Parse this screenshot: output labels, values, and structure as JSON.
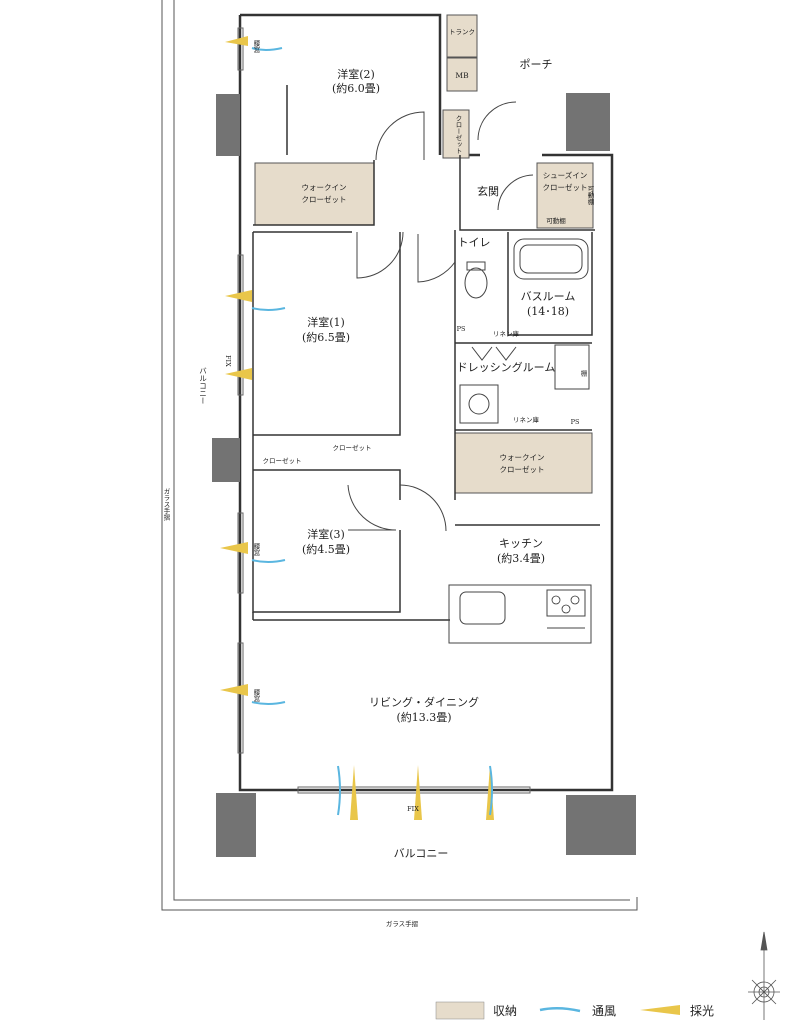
{
  "rooms": {
    "bedroom2_name": "洋室(2)",
    "bedroom2_size": "(約6.0畳)",
    "bedroom1_name": "洋室(1)",
    "bedroom1_size": "(約6.5畳)",
    "bedroom3_name": "洋室(3)",
    "bedroom3_size": "(約4.5畳)",
    "ldk_name": "リビング・ダイニング",
    "ldk_size": "(約13.3畳)",
    "kitchen_name": "キッチン",
    "kitchen_size": "(約3.4畳)",
    "bath_name": "バスルーム",
    "bath_size": "(14･18)",
    "dressing": "ドレッシングルーム",
    "toilet": "トイレ",
    "entrance": "玄関",
    "porch": "ポーチ",
    "trunk": "トランク",
    "mb": "MB"
  },
  "storage": {
    "wic_top_1": "ウォークイン",
    "wic_top_2": "クローゼット",
    "wic_mid_1": "ウォークイン",
    "wic_mid_2": "クローゼット",
    "shoes_1": "シューズイン",
    "shoes_2": "クローゼット",
    "movable_shelf": "可動棚",
    "movable_shelf_v": "可動棚",
    "closet_top": "クローゼット",
    "closet_a": "クローゼット",
    "closet_b": "クローゼット",
    "linen_1": "リネン庫",
    "linen_2": "リネン庫",
    "shelf_v": "棚",
    "ps_1": "PS",
    "ps_2": "PS"
  },
  "openings": {
    "fix_left": "FIX",
    "fix_bottom": "FIX",
    "window_1": "腰窓",
    "window_2": "腰窓",
    "window_3": "腰窓"
  },
  "outside": {
    "balcony_left": "バルコニー",
    "balcony_bottom": "バルコニー",
    "glass_rail_left": "ガラス手摺",
    "glass_rail_bottom": "ガラス手摺"
  },
  "legend": [
    {
      "label": "収納",
      "color": "#e6dccb"
    },
    {
      "label": "通風",
      "color": "#5ab6e0"
    },
    {
      "label": "採光",
      "color": "#e9c64a"
    }
  ],
  "colors": {
    "storage": "#e6dccb",
    "column": "#737373",
    "ventilation": "#5ab6e0",
    "daylight": "#e9c64a"
  }
}
